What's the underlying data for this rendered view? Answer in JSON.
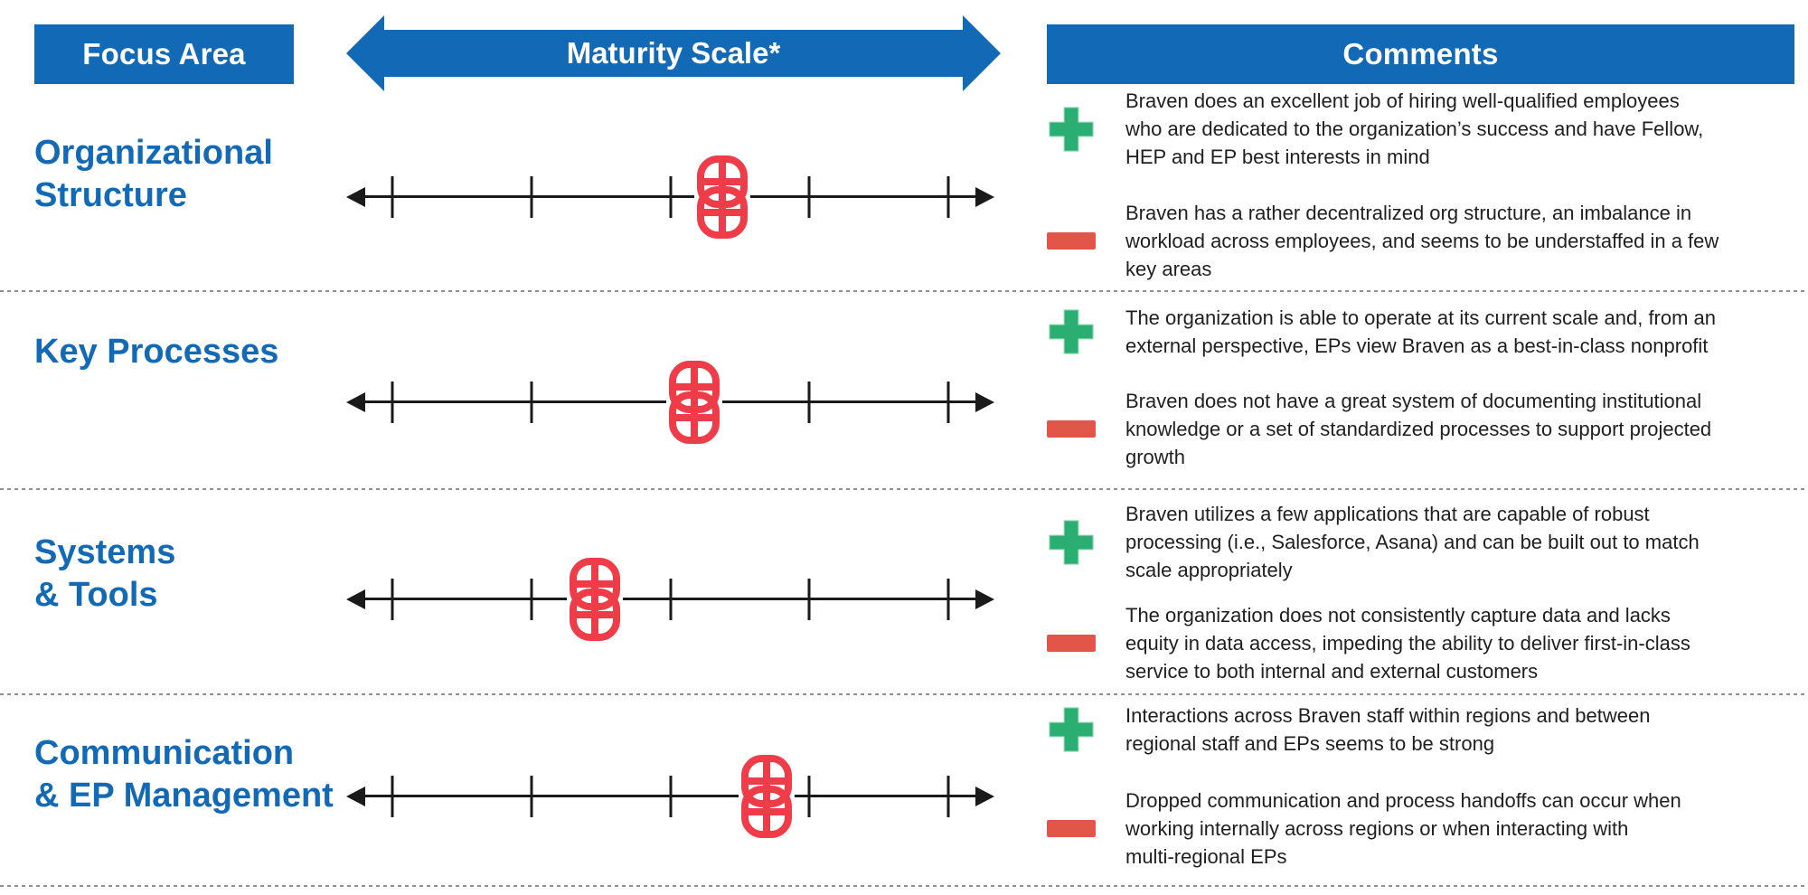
{
  "header": {
    "focus_area": "Focus Area",
    "maturity_scale": "Maturity Scale*",
    "comments": "Comments"
  },
  "colors": {
    "header_blue": "#1269B5",
    "label_blue": "#1269B5",
    "positive_green": "#2BAE72",
    "negative_red": "#E2564A",
    "marker_red": "#EE3D49",
    "axis_black": "#1a1a1a",
    "divider_gray": "#8f8f8f"
  },
  "icons": {
    "positive": "plus-icon",
    "negative": "minus-icon",
    "marker": "interlocked-rings-marker-icon"
  },
  "scale": {
    "tick_count": 5,
    "orientation": "horizontal",
    "double_arrow": true
  },
  "rows": [
    {
      "label": "Organizational\nStructure",
      "marker_left": "58%",
      "marker_value_1to5": 3.4,
      "pro": "Braven does an excellent job of hiring well-qualified employees\nwho are dedicated to the organization’s success and have Fellow,\nHEP and EP best interests in mind",
      "con": "Braven has a rather decentralized org structure, an imbalance in\nworkload across employees, and seems to be understaffed in a few\nkey areas"
    },
    {
      "label": "Key Processes",
      "marker_left": "53.7%",
      "marker_value_1to5": 3.2,
      "pro": "The organization is able to operate at its current scale and, from an\nexternal perspective, EPs view Braven as a best-in-class nonprofit",
      "con": "Braven does not have a great system of documenting institutional\nknowledge or a set of standardized processes to support projected\ngrowth"
    },
    {
      "label": "Systems\n& Tools",
      "marker_left": "38.4%",
      "marker_value_1to5": 2.5,
      "pro": "Braven utilizes a few applications that are capable of robust\nprocessing (i.e., Salesforce, Asana) and can be built out to match\nscale appropriately",
      "con": "The organization does not consistently capture data and lacks\nequity in data access, impeding the ability to deliver first-in-class\nservice to both internal and external customers"
    },
    {
      "label": "Communication\n& EP Management",
      "marker_left": "64.9%",
      "marker_value_1to5": 3.7,
      "pro": "Interactions across Braven staff within regions and between\nregional staff and EPs seems to be strong",
      "con": "Dropped communication and process handoffs can occur when\nworking internally across regions or when interacting with\nmulti-regional EPs"
    }
  ]
}
